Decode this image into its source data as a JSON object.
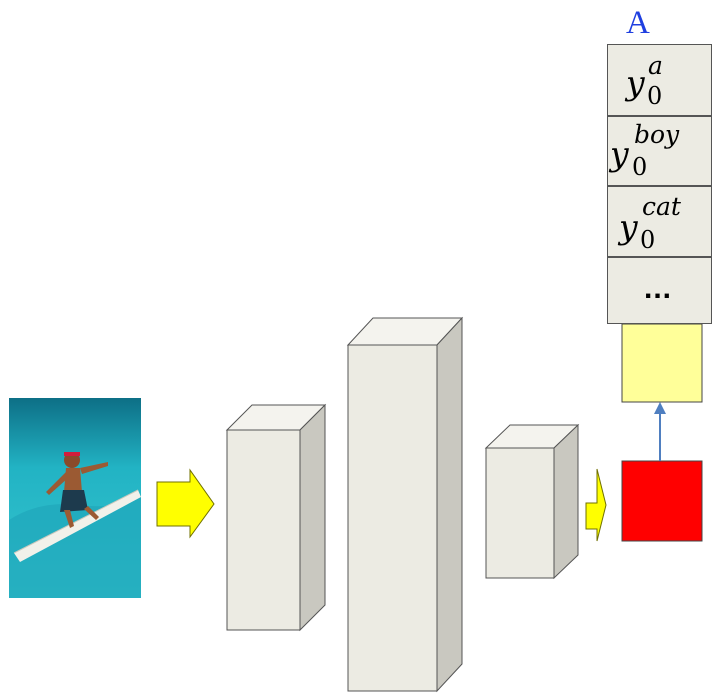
{
  "column_label": "A",
  "vocab_cells": [
    {
      "base": "y",
      "sub": "0",
      "sup": "a"
    },
    {
      "base": "y",
      "sub": "0",
      "sup": "boy"
    },
    {
      "base": "y",
      "sub": "0",
      "sup": "cat"
    },
    {
      "text": "..."
    }
  ],
  "colors": {
    "column_label": "#1f3fe0",
    "layer_face": "#ecebe3",
    "layer_side": "#c9c8c0",
    "layer_top": "#f4f3ee",
    "arrow_fill": "#ffff00",
    "hidden_box": "#ffff99",
    "output_box": "#ff0000",
    "connector": "#4f7fc0",
    "water": "#2bb8c8",
    "surfboard": "#f1f1ea"
  },
  "icons": [
    "surfer-photo",
    "right-arrow-icon",
    "up-arrow-icon"
  ]
}
